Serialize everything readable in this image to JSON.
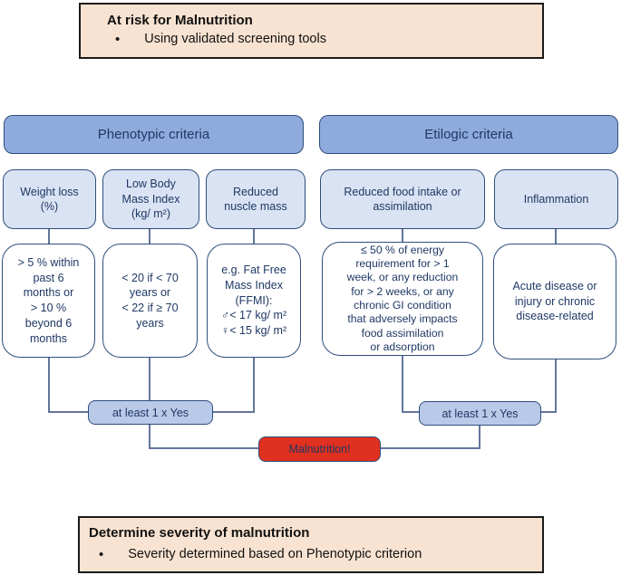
{
  "colors": {
    "peach_fill": "#f8e3d2",
    "peach_border": "#1a1a1a",
    "header_fill": "#8faadc",
    "subbox_fill": "#dae3f3",
    "white_fill": "#ffffff",
    "yes_fill": "#b9c9e8",
    "red_fill": "#e0301f",
    "navy": "#1f3864",
    "border_navy": "#2e4e7c",
    "line": "#63759b"
  },
  "top_note": {
    "title": "At risk for Malnutrition",
    "bullet": "•",
    "bullet_text": "Using validated screening tools"
  },
  "phenotypic": {
    "header": "Phenotypic criteria",
    "criteria": [
      {
        "label": "Weight loss\n(%)",
        "detail": "> 5 % within\npast 6\nmonths or\n> 10 %\nbeyond 6\nmonths"
      },
      {
        "label": "Low Body\nMass Index\n(kg/ m²)",
        "detail": "< 20 if < 70\nyears or\n< 22 if ≥ 70\nyears"
      },
      {
        "label": "Reduced\nnuscle mass",
        "detail": "e.g. Fat Free\nMass Index\n(FFMI):\n♂< 17 kg/ m²\n♀< 15 kg/ m²"
      }
    ],
    "gate": "at least 1 x Yes"
  },
  "etiologic": {
    "header": "Etilogic criteria",
    "criteria": [
      {
        "label": "Reduced food intake or\nassimilation",
        "detail": "≤ 50 % of energy\nrequirement for > 1\nweek, or any reduction\nfor > 2 weeks, or any\nchronic GI condition\nthat adversely impacts\nfood assimilation\nor adsorption"
      },
      {
        "label": "Inflammation",
        "detail": "Acute disease or\ninjury or chronic\ndisease-related"
      }
    ],
    "gate": "at least 1 x Yes"
  },
  "result": "Malnutrition!",
  "bottom_note": {
    "title": "Determine severity of malnutrition",
    "bullet": "•",
    "bullet_text": "Severity determined based on Phenotypic criterion"
  }
}
